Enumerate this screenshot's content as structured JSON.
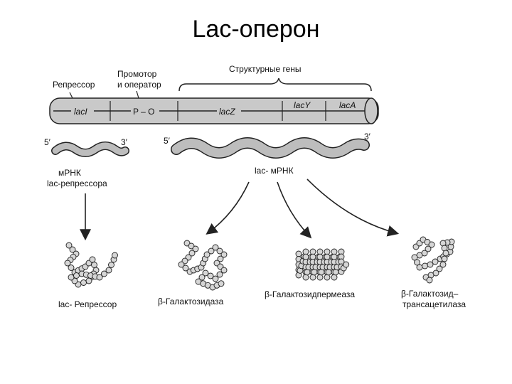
{
  "title": "Lac-оперон",
  "labels": {
    "repressor_gene": "Репрессор",
    "promoter_operator_1": "Промотор",
    "promoter_operator_2": "и оператор",
    "structural_genes": "Структурные гены",
    "gene_lacI": "lacI",
    "gene_PO": "P – O",
    "gene_lacZ": "lacZ",
    "gene_lacY": "lacY",
    "gene_lacA": "lacA",
    "end_5_left": "5′",
    "end_3_left": "3′",
    "end_5_right": "5′",
    "end_3_right": "3′",
    "mrna_left_1": "мРНК",
    "mrna_left_2": "lac-репрессора",
    "mrna_right": "lac- мРНК",
    "protein_repressor": "lac- Репрессор",
    "protein_galactosidase": "β-Галактозидаза",
    "protein_permease": "β-Галактозидпермеаза",
    "protein_transacetylase_1": "β-Галактозид–",
    "protein_transacetylase_2": "трансацетилаза"
  },
  "colors": {
    "dna_fill": "#c9c9c9",
    "mrna_fill": "#bdbdbd",
    "bead_fill": "#d6d6d6",
    "stroke": "#222222"
  }
}
